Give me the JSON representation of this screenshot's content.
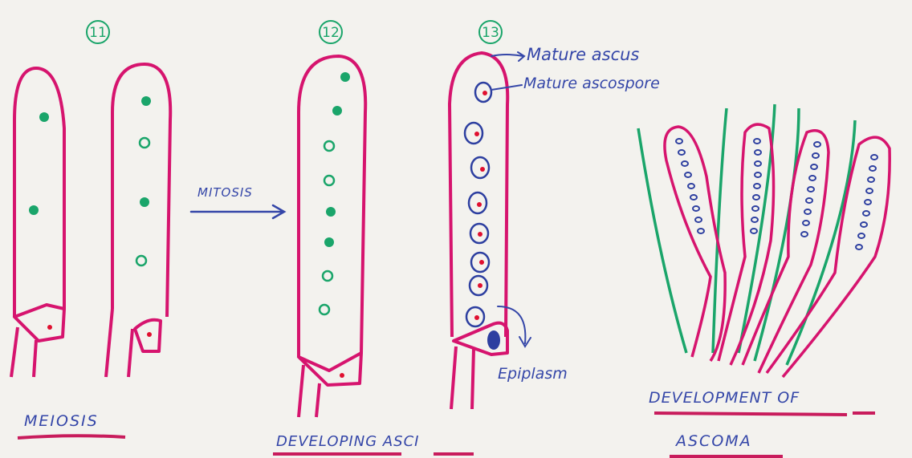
{
  "stage_numbers": [
    "11",
    "12",
    "13"
  ],
  "labels": {
    "meiosis": "MEIOSIS",
    "mitosis": "MITOSIS",
    "developing_asci": "DEVELOPING ASCI",
    "mature_ascus": "Mature ascus",
    "mature_ascospore": "Mature ascospore",
    "epiplasm": "Epiplasm",
    "development_of_ascoma_line1": "DEVELOPMENT OF",
    "development_of_ascoma_line2": "ASCOMA"
  },
  "colors": {
    "ascus_outline": "#d6146e",
    "nucleus_green": "#1aa56a",
    "label_blue": "#3446a8",
    "spore_red": "#e01030",
    "underline": "#c81c5c",
    "background": "#f3f2ee"
  }
}
